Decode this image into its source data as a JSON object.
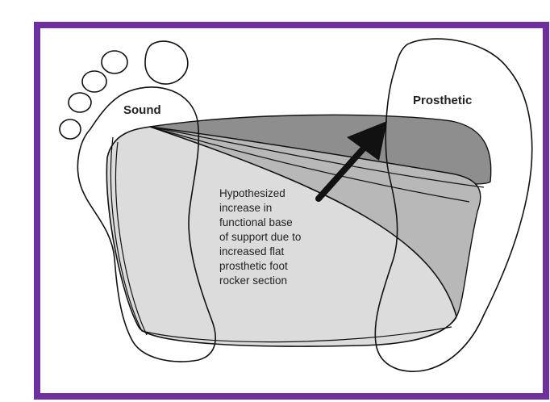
{
  "diagram": {
    "labels": {
      "sound": "Sound",
      "prosthetic": "Prosthetic"
    },
    "annotation_lines": [
      "Hypothesized",
      "increase in",
      "functional base",
      "of support due to",
      "increased flat",
      "prosthetic foot",
      "rocker section"
    ],
    "colors": {
      "frame": "#6f2f9f",
      "region_light": "#dcdcdc",
      "region_mid": "#b8b8b8",
      "region_dark": "#8e8e8e",
      "outline": "#111111"
    }
  }
}
